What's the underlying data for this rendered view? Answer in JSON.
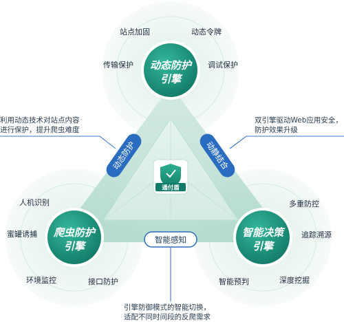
{
  "engines": {
    "dynamic": {
      "title_line1": "动态防护",
      "title_line2": "引擎",
      "items": [
        "站点加固",
        "动态令牌",
        "传输保护",
        "调试保护"
      ]
    },
    "crawler": {
      "title_line1": "爬虫防护",
      "title_line2": "引擎",
      "items": [
        "人机识别",
        "蜜罐诱捕",
        "环境监控",
        "接口防护"
      ]
    },
    "decision": {
      "title_line1": "智能决策",
      "title_line2": "引擎",
      "items": [
        "多重防控",
        "追踪溯源",
        "智能预判",
        "深度挖掘"
      ]
    }
  },
  "links": {
    "left": "动态防护",
    "right": "动静结合",
    "bottom": "智能感知"
  },
  "annotations": {
    "left_line1": "利用动态技术对站点内容",
    "left_line2": "进行保护，提升爬虫难度",
    "right_line1": "双引擎驱动Web应用安全，",
    "right_line2": "防护效果升级",
    "bottom_line1": "引擎防御模式的智能切换，",
    "bottom_line2": "适配不同时间段的反爬需求"
  },
  "logo": {
    "text": "通付盾"
  },
  "colors": {
    "engine_fill": "#1f9f86",
    "engine_fill_dark": "#16806d",
    "pill_blue": "#2a6cc0",
    "line_blue": "#3b77c8",
    "halo": "#e6f3ef"
  }
}
